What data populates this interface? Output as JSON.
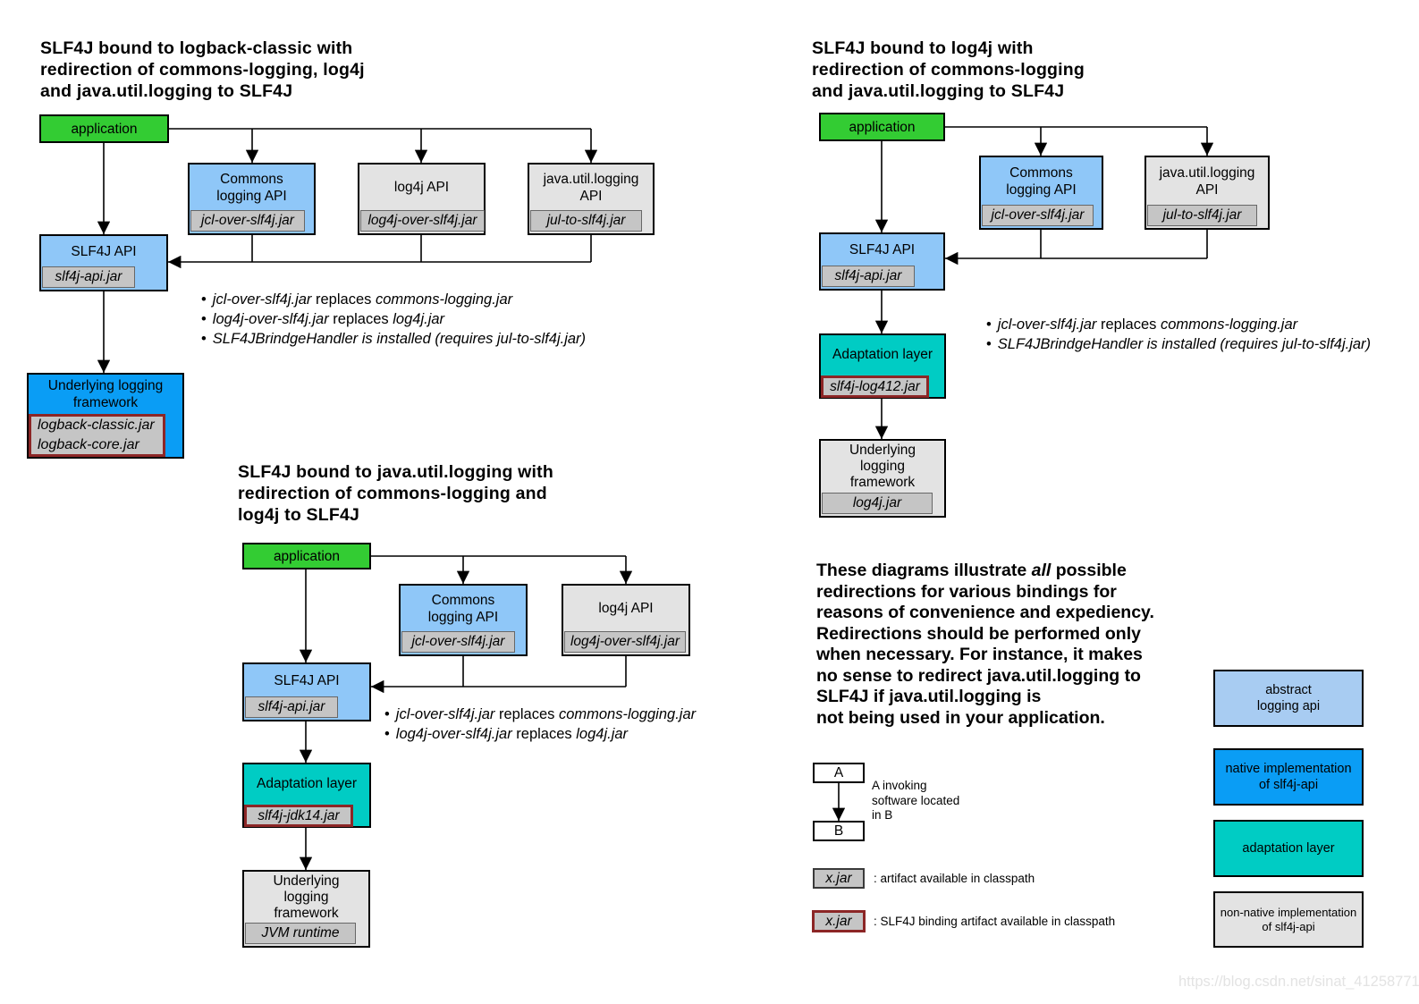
{
  "colors": {
    "application_green": "#33CC33",
    "abstract_api_blue": "#8FC7F8",
    "legend_abstract_blue": "#A8CCF2",
    "native_impl_blue": "#0A9DF5",
    "adaptation_teal": "#00CCC4",
    "nonnative_gray": "#E3E3E3",
    "jar_gray": "#C5C5C5",
    "binding_border_red": "#8C2626"
  },
  "diagram1": {
    "title": "SLF4J bound to logback-classic with\nredirection of commons-logging, log4j\nand java.util.logging to SLF4J",
    "application": "application",
    "commons": {
      "label": "Commons\nlogging API",
      "jar": "jcl-over-slf4j.jar"
    },
    "log4j": {
      "label": "log4j API",
      "jar": "log4j-over-slf4j.jar"
    },
    "jul": {
      "label": "java.util.logging\nAPI",
      "jar": "jul-to-slf4j.jar"
    },
    "slf4j": {
      "label": "SLF4J API",
      "jar": "slf4j-api.jar"
    },
    "underlying": {
      "label": "Underlying logging\nframework",
      "jar": "logback-classic.jar\nlogback-core.jar"
    },
    "bullets": [
      {
        "marker": "•",
        "jar": "jcl-over-slf4j.jar",
        "mid": " replaces ",
        "target": "commons-logging.jar"
      },
      {
        "marker": "•",
        "jar": "log4j-over-slf4j.jar",
        "mid": " replaces ",
        "target": "log4j.jar"
      },
      {
        "marker": "•",
        "text": "SLF4JBrindgeHandler is installed (requires jul-to-slf4j.jar)"
      }
    ]
  },
  "diagram2": {
    "title": "SLF4J bound to log4j with\nredirection of commons-logging\nand java.util.logging to SLF4J",
    "application": "application",
    "commons": {
      "label": "Commons\nlogging API",
      "jar": "jcl-over-slf4j.jar"
    },
    "jul": {
      "label": "java.util.logging\nAPI",
      "jar": "jul-to-slf4j.jar"
    },
    "slf4j": {
      "label": "SLF4J API",
      "jar": "slf4j-api.jar"
    },
    "adaptation": {
      "label": "Adaptation layer",
      "jar": "slf4j-log412.jar"
    },
    "underlying": {
      "label": "Underlying\nlogging\nframework",
      "jar": "log4j.jar"
    },
    "bullets": [
      {
        "marker": "•",
        "jar": "jcl-over-slf4j.jar",
        "mid": " replaces ",
        "target": "commons-logging.jar"
      },
      {
        "marker": "•",
        "text": "SLF4JBrindgeHandler is installed (requires jul-to-slf4j.jar)"
      }
    ]
  },
  "diagram3": {
    "title": "SLF4J bound to java.util.logging with\nredirection of commons-logging and\nlog4j to SLF4J",
    "application": "application",
    "commons": {
      "label": "Commons\nlogging API",
      "jar": "jcl-over-slf4j.jar"
    },
    "log4j": {
      "label": "log4j API",
      "jar": "log4j-over-slf4j.jar"
    },
    "slf4j": {
      "label": "SLF4J API",
      "jar": "slf4j-api.jar"
    },
    "adaptation": {
      "label": "Adaptation layer",
      "jar": "slf4j-jdk14.jar"
    },
    "underlying": {
      "label": "Underlying\nlogging\nframework",
      "jar": "JVM runtime"
    },
    "bullets": [
      {
        "marker": "•",
        "jar": "jcl-over-slf4j.jar",
        "mid": " replaces ",
        "target": "commons-logging.jar"
      },
      {
        "marker": "•",
        "jar": "log4j-over-slf4j.jar",
        "mid": " replaces ",
        "target": "log4j.jar"
      }
    ]
  },
  "note": {
    "pre": "These diagrams illustrate ",
    "emphasis": "all",
    "post": " possible\nredirections for various bindings for\nreasons of convenience and expediency.\nRedirections should be performed only\nwhen necessary. For instance, it makes\nno sense to redirect java.util.logging to\nSLF4J if java.util.logging is\nnot being used in your application."
  },
  "legend": {
    "box_a": "A",
    "box_b": "B",
    "ab_caption": "A invoking\nsoftware located\nin B",
    "jar_sample": "x.jar",
    "artifact_caption": ": artifact available in classpath",
    "binding_caption": ": SLF4J binding artifact available in classpath",
    "types": [
      {
        "label": "abstract\nlogging api"
      },
      {
        "label": "native implementation\nof slf4j-api"
      },
      {
        "label": "adaptation layer"
      },
      {
        "label": "non-native implementation\nof slf4j-api"
      }
    ]
  },
  "watermark": "https://blog.csdn.net/sinat_41258771"
}
